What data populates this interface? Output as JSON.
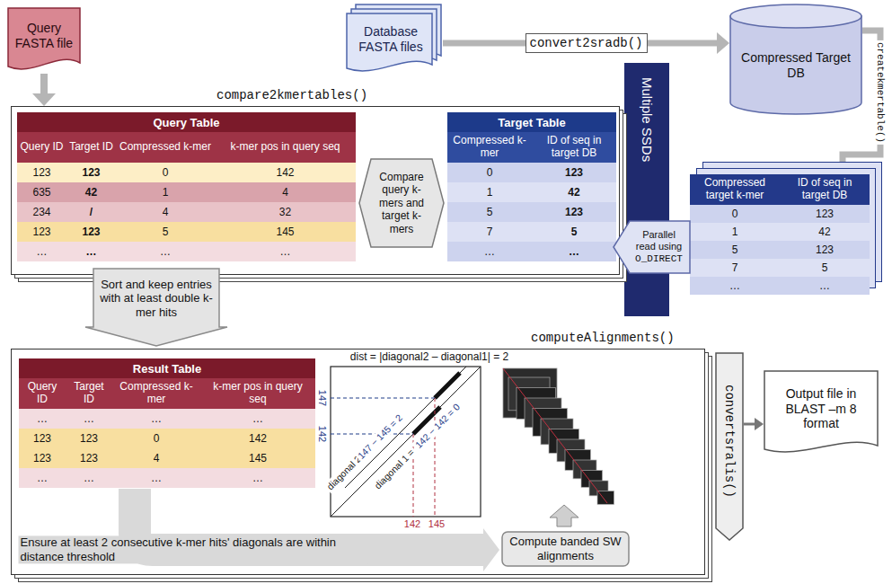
{
  "diagram": {
    "nodes": [
      {
        "text": [
          "Query FASTA file"
        ]
      },
      {
        "text": [
          "Database FASTA files"
        ]
      },
      {
        "text": [
          "Compressed Target DB"
        ]
      },
      {
        "text": [
          "Multiple SSDs"
        ]
      },
      {
        "text": [
          "compare2kmertables()"
        ]
      },
      {
        "text": [
          "Query Table",
          "Query ID",
          "Target ID",
          "Compressed k-mer",
          "k-mer pos in query seq",
          "123",
          "123",
          "0",
          "142",
          "635",
          "42",
          "1",
          "4",
          "234",
          "/",
          "4",
          "32",
          "123",
          "123",
          "5",
          "145",
          "…",
          "…",
          "…",
          "…"
        ],
        "in": 4
      },
      {
        "text": [
          "Compare query k-mers and target k-mers"
        ],
        "in": 4
      },
      {
        "text": [
          "Target Table",
          "Compressed k-mer",
          "ID of seq in target DB",
          "0",
          "123",
          "1",
          "42",
          "5",
          "123",
          "7",
          "5",
          "…",
          "…"
        ],
        "in": 4
      },
      {
        "text": [
          "Compressed target k-mer",
          "ID of seq in target DB",
          "0",
          "123",
          "1",
          "42",
          "5",
          "123",
          "7",
          "5",
          "…",
          "…"
        ]
      },
      {
        "text": [
          "Parallel read using",
          "O_DIRECT"
        ]
      },
      {
        "text": [
          "Sort and keep entries with at least double k-mer hits"
        ]
      },
      {
        "text": [
          "computeAlignments()"
        ]
      },
      {
        "text": [
          "Result Table",
          "Query ID",
          "Target ID",
          "Compressed k-mer",
          "k-mer pos in query seq",
          "…",
          "…",
          "…",
          "…",
          "123",
          "123",
          "0",
          "142",
          "123",
          "123",
          "4",
          "145",
          "…",
          "…",
          "…",
          "…"
        ],
        "in": 11
      },
      {
        "text": [
          "Compute banded SW alignments"
        ],
        "in": 11
      },
      {
        "text": [
          "convertsralis()"
        ]
      },
      {
        "text": [
          "Output file in BLAST –m 8 format"
        ]
      }
    ],
    "edges": [
      {
        "from": 0,
        "to": 4,
        "arrow": "to"
      },
      {
        "from": 1,
        "to": 2,
        "label": "convert2sradb()",
        "arrow": "to"
      },
      {
        "from": 2,
        "to": 8,
        "label": "createkmertable()",
        "arrow": "to"
      },
      {
        "from": 14,
        "to": 15,
        "arrow": "to"
      }
    ],
    "labels": [
      "dist = |diagonal2 – diagonal1| = 2",
      "diagonal 2 =",
      "147 − 145 = 2",
      "diagonal 1 =",
      "142 − 142 = 0",
      "147",
      "142",
      "142",
      "145",
      "Ensure at least 2 consecutive k-mer hits' diagonals are within distance threshold"
    ]
  }
}
